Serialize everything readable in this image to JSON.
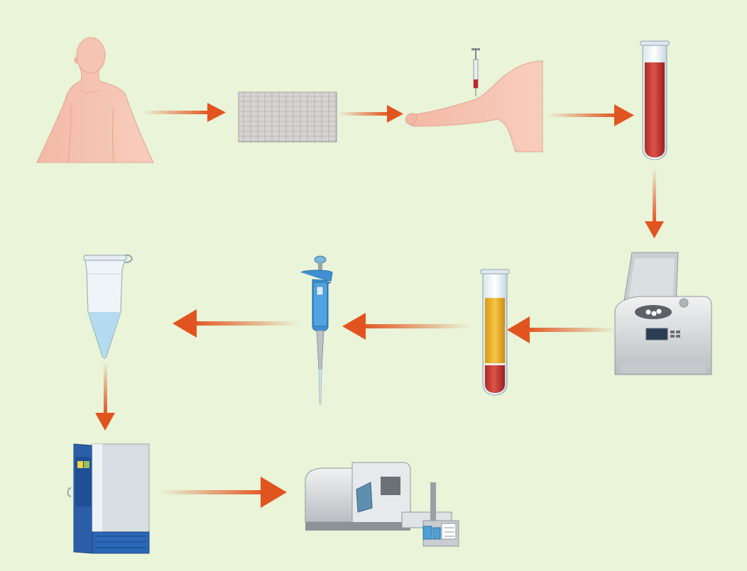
{
  "diagram": {
    "background": "#e9f4d8",
    "arrow_color": "#e2541f",
    "steps": [
      {
        "id": "patient",
        "icon": "human-torso-icon"
      },
      {
        "id": "consent-form",
        "icon": "document-icon"
      },
      {
        "id": "blood-draw",
        "icon": "syringe-arm-icon"
      },
      {
        "id": "whole-blood-tube",
        "icon": "blood-tube-icon"
      },
      {
        "id": "centrifuge",
        "icon": "centrifuge-icon"
      },
      {
        "id": "separated-tube",
        "icon": "separated-blood-tube-icon"
      },
      {
        "id": "pipette",
        "icon": "pipette-icon"
      },
      {
        "id": "sample-vial",
        "icon": "microcentrifuge-tube-icon"
      },
      {
        "id": "freezer",
        "icon": "ultra-low-freezer-icon"
      },
      {
        "id": "mass-spectrometer",
        "icon": "mass-spectrometer-icon"
      }
    ],
    "flow": [
      [
        "patient",
        "consent-form"
      ],
      [
        "consent-form",
        "blood-draw"
      ],
      [
        "blood-draw",
        "whole-blood-tube"
      ],
      [
        "whole-blood-tube",
        "centrifuge"
      ],
      [
        "centrifuge",
        "separated-tube"
      ],
      [
        "separated-tube",
        "pipette"
      ],
      [
        "pipette",
        "sample-vial"
      ],
      [
        "sample-vial",
        "freezer"
      ],
      [
        "freezer",
        "mass-spectrometer"
      ]
    ]
  }
}
